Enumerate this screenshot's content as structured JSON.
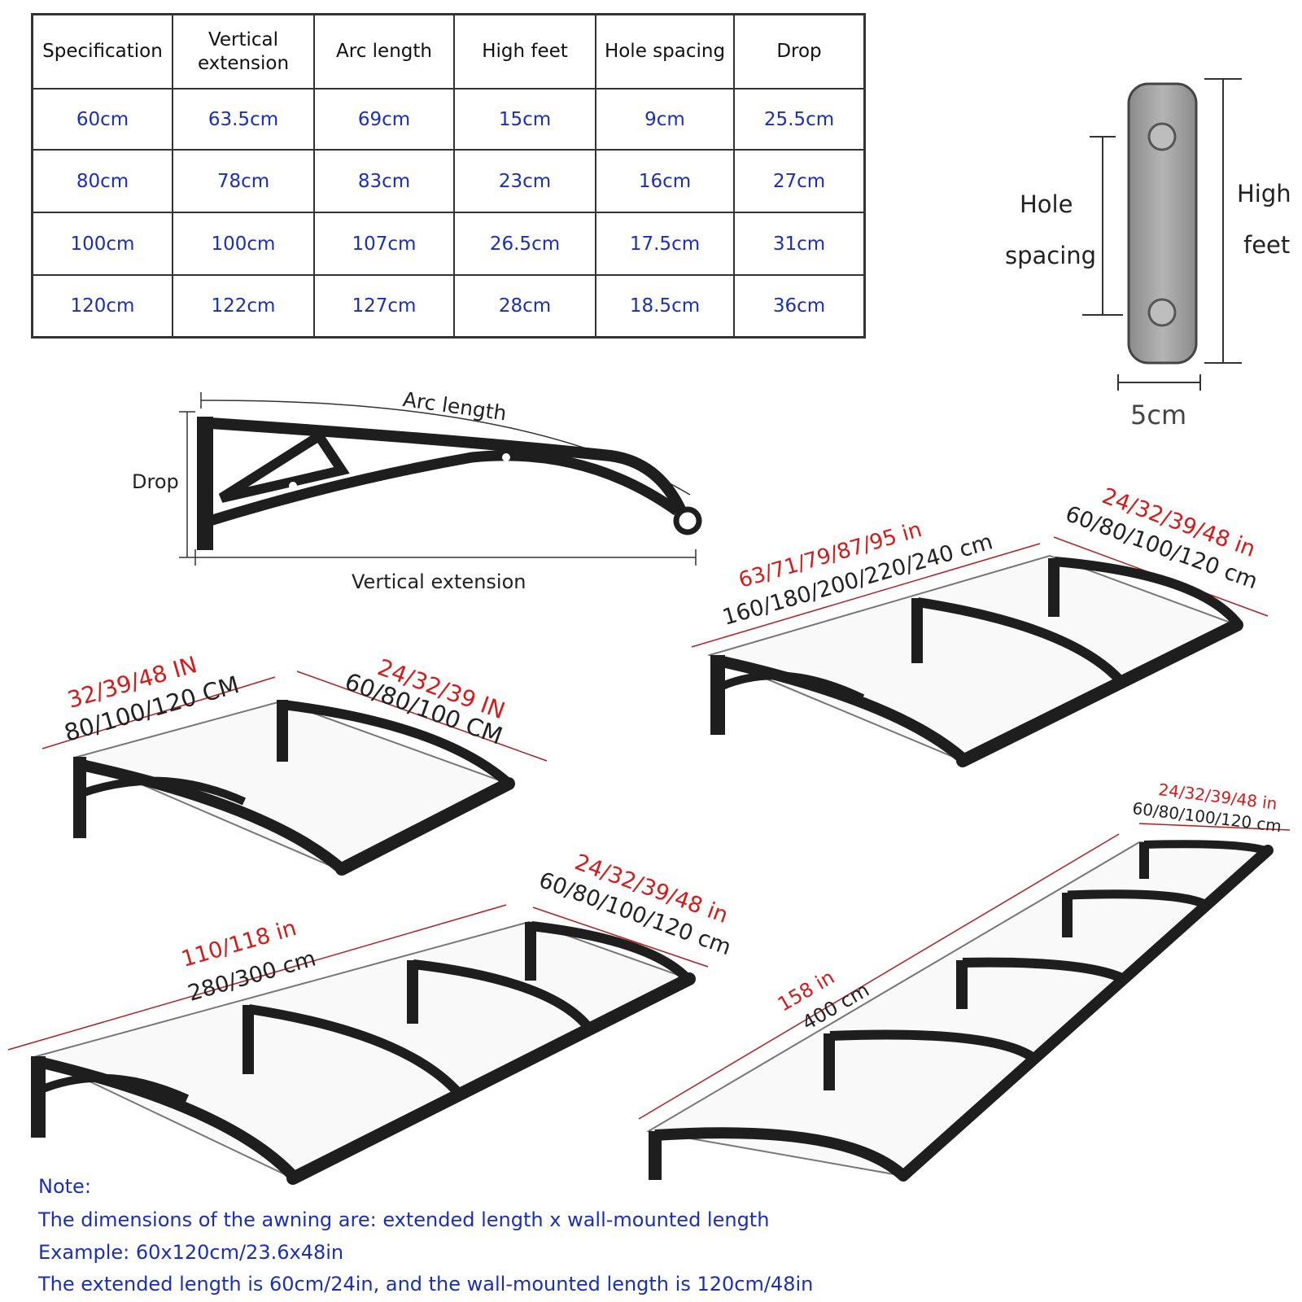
{
  "table": {
    "headers": [
      "Specification",
      "Vertical extension",
      "Arc length",
      "High feet",
      "Hole spacing",
      "Drop"
    ],
    "header_lines": {
      "vertical_extension_1": "Vertical",
      "vertical_extension_2": "extension"
    },
    "rows": [
      [
        "60cm",
        "63.5cm",
        "69cm",
        "15cm",
        "9cm",
        "25.5cm"
      ],
      [
        "80cm",
        "78cm",
        "83cm",
        "23cm",
        "16cm",
        "27cm"
      ],
      [
        "100cm",
        "100cm",
        "107cm",
        "26.5cm",
        "17.5cm",
        "31cm"
      ],
      [
        "120cm",
        "122cm",
        "127cm",
        "28cm",
        "18.5cm",
        "36cm"
      ]
    ]
  },
  "bracket_diagram": {
    "arc_length": "Arc length",
    "drop": "Drop",
    "vertical_extension": "Vertical extension"
  },
  "foot_diagram": {
    "hole_spacing_1": "Hole",
    "hole_spacing_2": "spacing",
    "high_feet_1": "High",
    "high_feet_2": "feet",
    "width": "5cm"
  },
  "awnings": {
    "a1": {
      "len_in": "32/39/48 IN",
      "len_cm": "80/100/120 CM",
      "dep_in": "24/32/39 IN",
      "dep_cm": "60/80/100 CM"
    },
    "a2": {
      "len_in": "63/71/79/87/95 in",
      "len_cm": "160/180/200/220/240 cm",
      "dep_in": "24/32/39/48 in",
      "dep_cm": "60/80/100/120 cm"
    },
    "a3": {
      "len_in": "110/118 in",
      "len_cm": "280/300 cm",
      "dep_in": "24/32/39/48 in",
      "dep_cm": "60/80/100/120 cm"
    },
    "a4": {
      "len_in": "158 in",
      "len_cm": "400 cm",
      "dep_in": "24/32/39/48 in",
      "dep_cm": "60/80/100/120 cm"
    }
  },
  "note": {
    "title": "Note:",
    "line1": "The dimensions of the awning are: extended length x wall-mounted length",
    "line2": "Example: 60x120cm/23.6x48in",
    "line3": "The extended length is 60cm/24in, and the wall-mounted length is 120cm/48in"
  },
  "colors": {
    "table_text": "#1a2fb8",
    "red_label": "#d31b1b",
    "note_text": "#1a2fb8"
  }
}
